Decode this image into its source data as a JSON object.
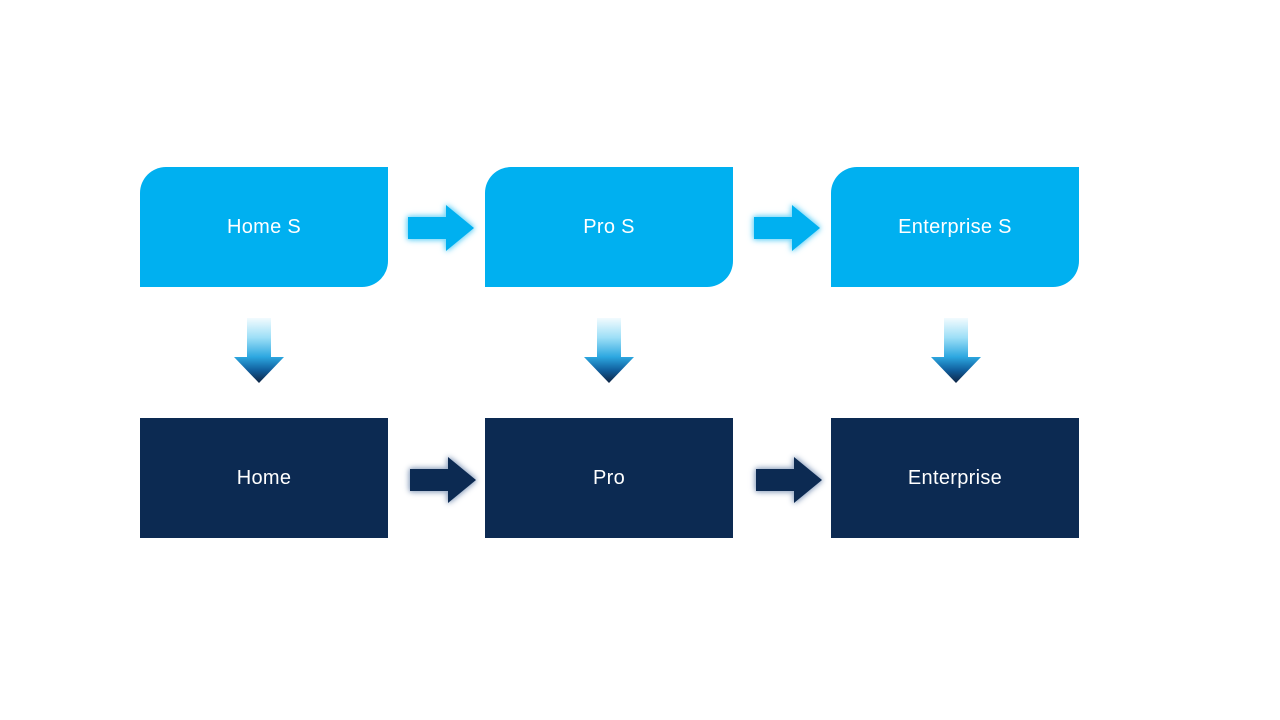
{
  "palette": {
    "background": "#FFFFFF",
    "cyan": "#00B0F0",
    "navy": "#0C2A52",
    "label": "#FFFFFF",
    "cyan_glow": "#7FD9F8",
    "navy_glow": "#9FB0C9",
    "down_g0": "#F2FBFE",
    "down_g1": "#9EDFF7",
    "down_g2": "#2CA7E0",
    "down_g3": "#11609F",
    "down_g4": "#0E2443"
  },
  "diagram": {
    "top_row": [
      {
        "label": "Home S"
      },
      {
        "label": "Pro S"
      },
      {
        "label": "Enterprise S"
      }
    ],
    "bottom_row": [
      {
        "label": "Home"
      },
      {
        "label": "Pro"
      },
      {
        "label": "Enterprise"
      }
    ]
  }
}
